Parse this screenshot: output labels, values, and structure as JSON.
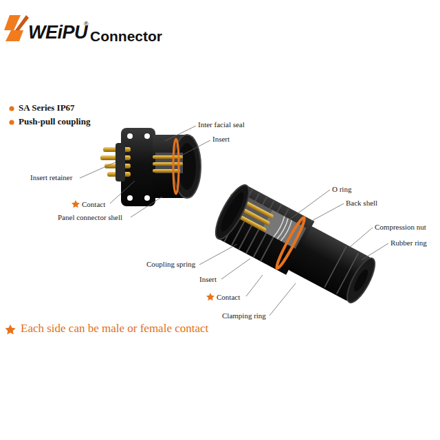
{
  "diagram": {
    "labels": [
      "WEiPU",
      "®",
      "Connector",
      "SA Series IP67",
      "Push-pull coupling",
      "Inter facial seal",
      "Insert",
      "Insert retainer",
      "Contact",
      "Panel connector shell",
      "O ring",
      "Back shell",
      "Compression nut",
      "Rubber ring",
      "Coupling spring",
      "Insert",
      "Contact",
      "Clamping ring",
      "Each side can be male or female contact"
    ]
  }
}
